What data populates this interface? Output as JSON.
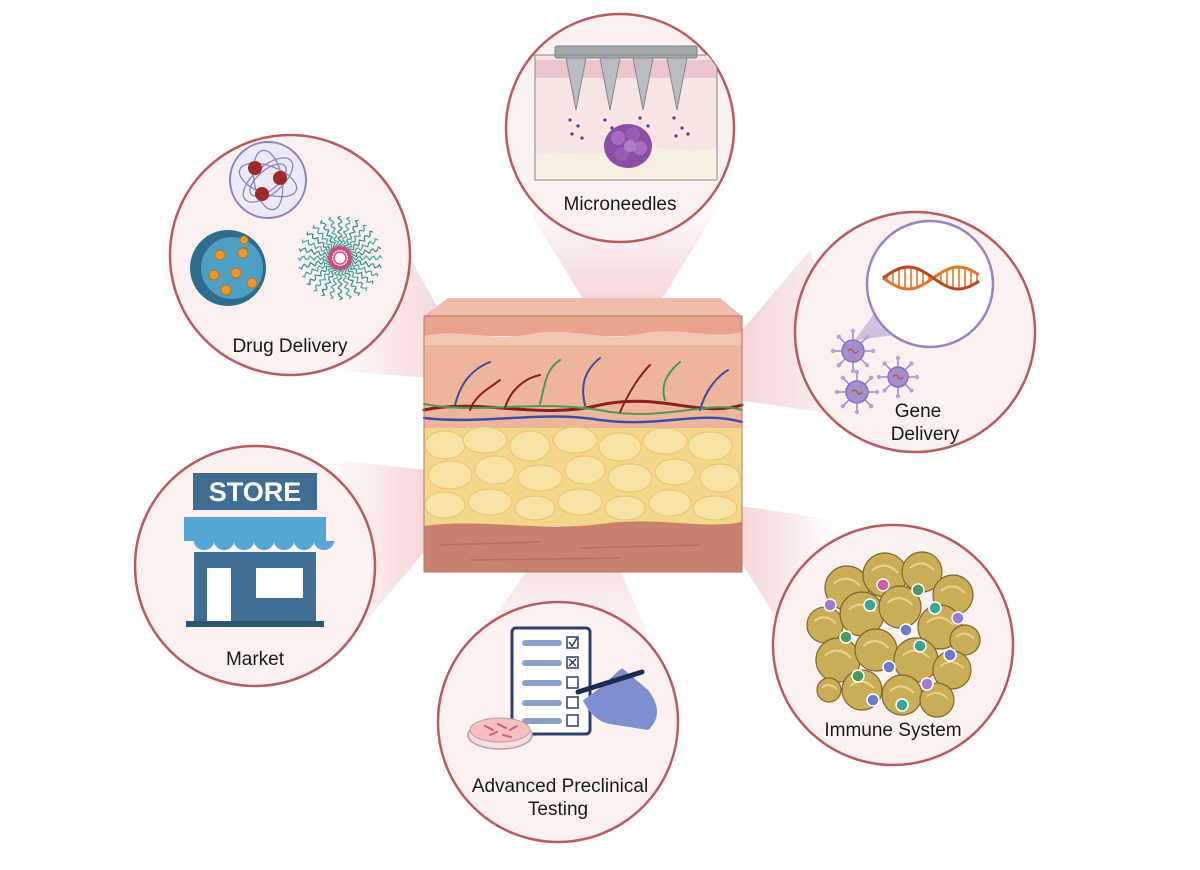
{
  "diagram": {
    "center": "skin-cross-section",
    "nodes": [
      {
        "id": "microneedles",
        "label": "Microneedles"
      },
      {
        "id": "drug-delivery",
        "label": "Drug Delivery"
      },
      {
        "id": "gene-delivery",
        "label_lines": [
          "Gene",
          "Delivery"
        ]
      },
      {
        "id": "market",
        "label": "Market",
        "sign": "STORE"
      },
      {
        "id": "immune-system",
        "label": "Immune System"
      },
      {
        "id": "preclinical",
        "label_lines": [
          "Advanced Preclinical",
          "Testing"
        ]
      }
    ]
  },
  "colors": {
    "circle_stroke": "#b85a5f",
    "circle_fill": "#fbf1f1",
    "funnel": "#f3d3d6",
    "epidermis": "#e6a08a",
    "dermis": "#efb9a0",
    "fat": "#f4d88a",
    "muscle": "#c97c6d",
    "store_blue": "#3f6e94",
    "dna": "#e0762c"
  }
}
